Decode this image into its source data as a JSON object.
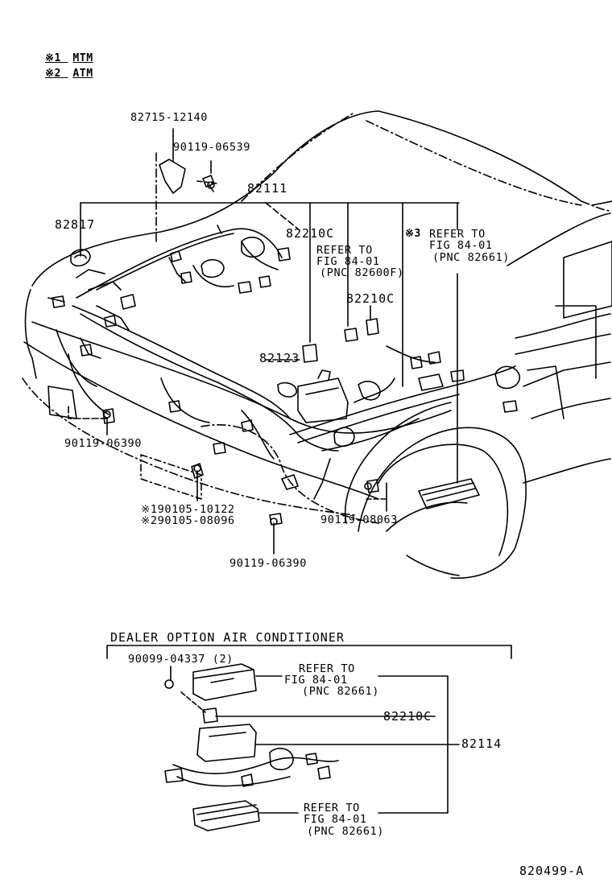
{
  "legend": [
    {
      "mark": "※1",
      "text": "MTM"
    },
    {
      "mark": "※2",
      "text": "ATM"
    }
  ],
  "labels": {
    "p82715": "82715-12140",
    "p90119_06539": "90119-06539",
    "p82111": "82111",
    "p82817": "82817",
    "p82210c_a": "82210C",
    "refer_a_1": "REFER TO",
    "refer_a_2": "FIG 84-01",
    "refer_a_3": "(PNC 82600F)",
    "p82210c_b": "82210C",
    "p82123": "82123",
    "mark3": "※3",
    "refer_b_1": "REFER TO",
    "refer_b_2": "FIG 84-01",
    "refer_b_3": "(PNC 82661)",
    "p90119_06390_a": "90119-06390",
    "p90105_10122": "※190105-10122",
    "p90105_08096": "※290105-08096",
    "p90119_08063": "90119-08063",
    "p90119_06390_b": "90119-06390",
    "dealer_title": "DEALER OPTION AIR CONDITIONER",
    "p90099": "90099-04337 (2)",
    "refer_c_1": "REFER TO",
    "refer_c_2": "FIG 84-01",
    "refer_c_3": "(PNC 82661)",
    "p82210c_c": "82210C",
    "p82114": "82114",
    "refer_d_1": "REFER TO",
    "refer_d_2": "FIG 84-01",
    "refer_d_3": "(PNC 82661)",
    "figure_id": "820499-A"
  }
}
